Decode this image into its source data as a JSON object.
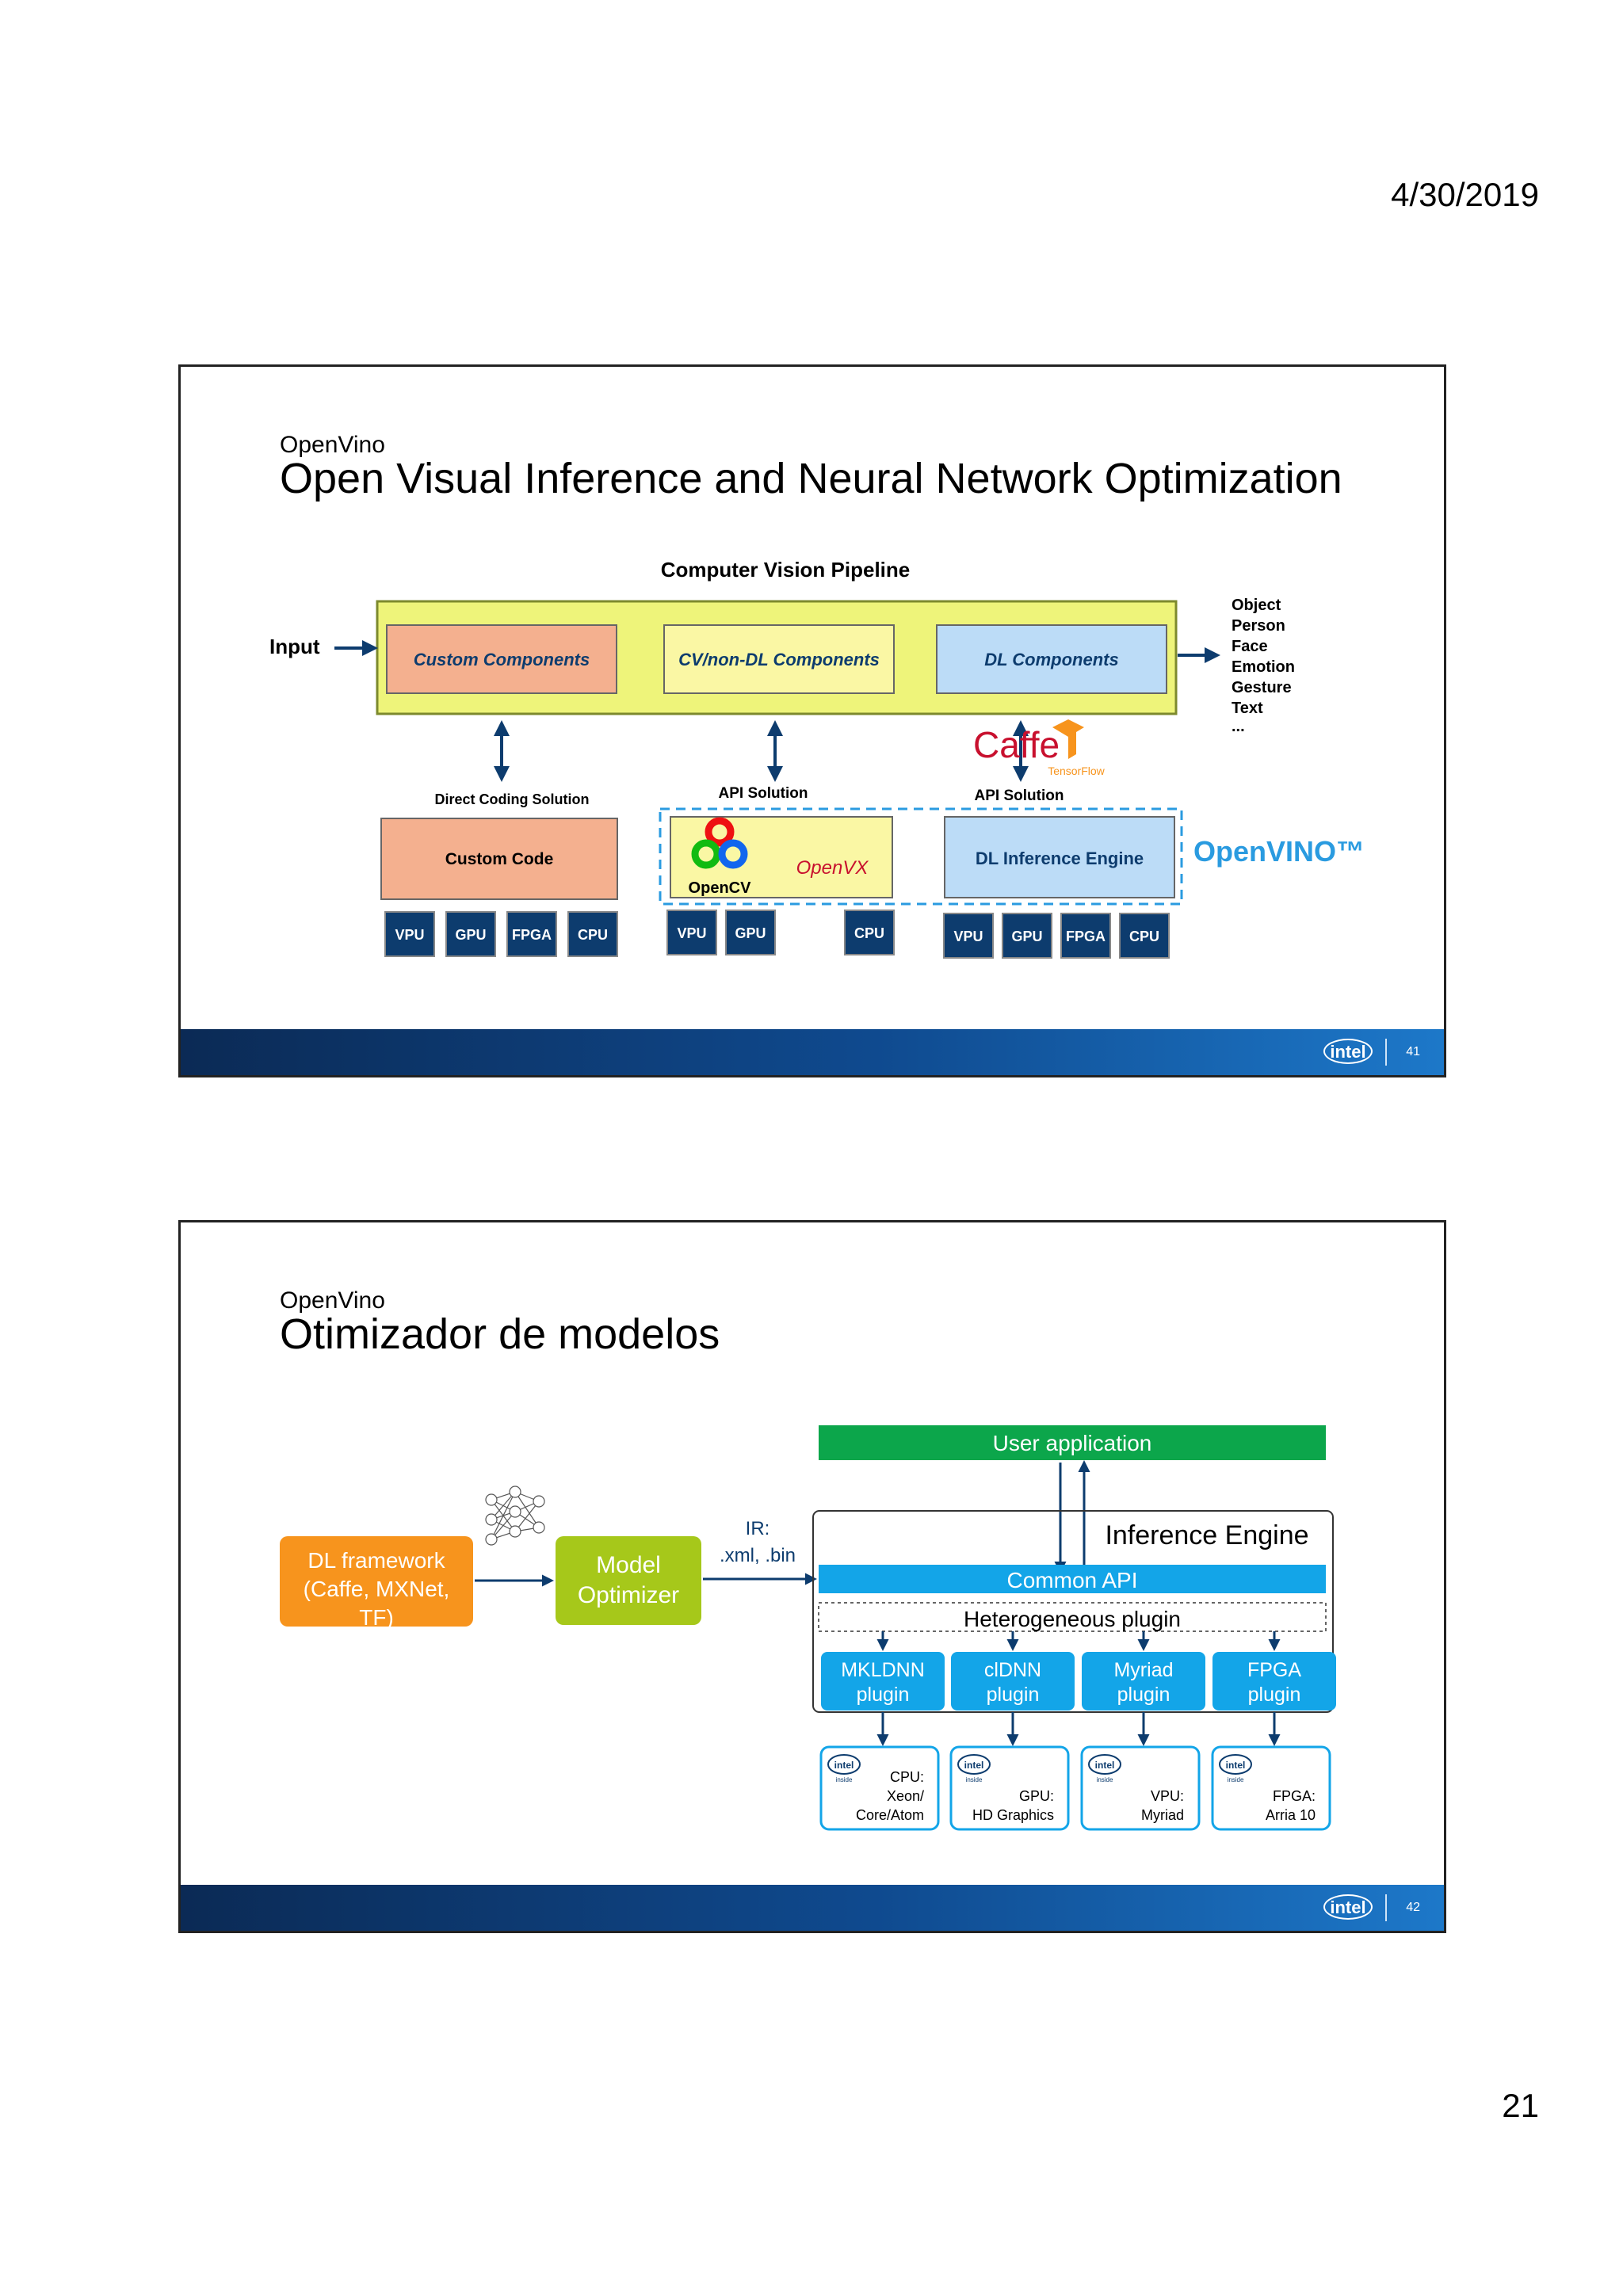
{
  "header": {
    "date": "4/30/2019"
  },
  "page_number": "21",
  "slide1": {
    "kicker": "OpenVino",
    "title": "Open Visual Inference and Neural Network Optimization",
    "number": "41",
    "footer_logo": "intel",
    "diagram": {
      "pipeline_title": "Computer Vision Pipeline",
      "input": "Input",
      "custom_components": "Custom Components",
      "cv_components": "CV/non-DL Components",
      "dl_components": "DL Components",
      "outputs": [
        "Object",
        "Person",
        "Face",
        "Emotion",
        "Gesture",
        "Text",
        "..."
      ],
      "direct_coding": "Direct Coding Solution",
      "api_solution_1": "API Solution",
      "api_solution_2": "API Solution",
      "caffe": "Caffe",
      "tensorflow": "TensorFlow",
      "custom_code": "Custom Code",
      "opencv": "OpenCV",
      "openvx": "OpenVX",
      "dl_inference_engine": "DL Inference Engine",
      "openvino": "OpenVINO™",
      "hw_group1": [
        "VPU",
        "GPU",
        "FPGA",
        "CPU"
      ],
      "hw_group2": [
        "VPU",
        "GPU",
        "CPU"
      ],
      "hw_group3": [
        "VPU",
        "GPU",
        "FPGA",
        "CPU"
      ]
    }
  },
  "slide2": {
    "kicker": "OpenVino",
    "title": "Otimizador de modelos",
    "number": "42",
    "footer_logo": "intel",
    "diagram": {
      "user_application": "User application",
      "dl_framework": [
        "DL framework",
        "(Caffe, MXNet,",
        "TF)"
      ],
      "model_optimizer": [
        "Model",
        "Optimizer"
      ],
      "ir": [
        "IR:",
        ".xml, .bin"
      ],
      "inference_engine": "Inference Engine",
      "common_api": "Common API",
      "heterogeneous_plugin": "Heterogeneous plugin",
      "plugins": [
        [
          "MKLDNN",
          "plugin"
        ],
        [
          "clDNN",
          "plugin"
        ],
        [
          "Myriad",
          "plugin"
        ],
        [
          "FPGA",
          "plugin"
        ]
      ],
      "devices": [
        [
          "CPU:",
          "Xeon/",
          "Core/Atom"
        ],
        [
          "GPU:",
          "HD Graphics"
        ],
        [
          "VPU:",
          "Myriad"
        ],
        [
          "FPGA:",
          "Arria 10"
        ]
      ],
      "intel_badge": "intel",
      "intel_inside": "inside"
    }
  },
  "colors": {
    "footer": "#0f4a8f",
    "green": "#0ca64b",
    "blue": "#13a5e8",
    "orange": "#f7941d",
    "lime": "#a6c81a",
    "salmon": "#f4b08f",
    "yellow": "#faf7a4",
    "lightblue": "#bcdcf7",
    "navy": "#0d3c6e"
  }
}
